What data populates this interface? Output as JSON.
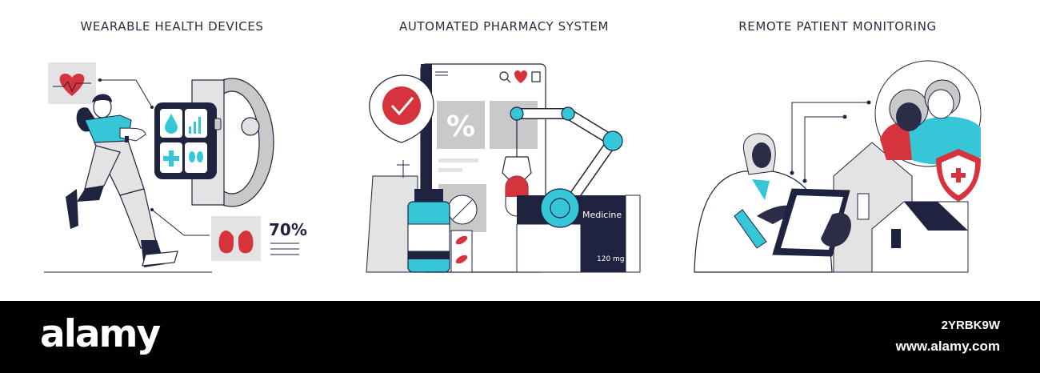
{
  "panels": [
    {
      "title": "WEARABLE HEALTH DEVICES",
      "stat": "70%"
    },
    {
      "title": "AUTOMATED PHARMACY SYSTEM",
      "box_label": "Medicine",
      "dose": "120 mg",
      "discount_symbol": "%"
    },
    {
      "title": "REMOTE PATIENT MONITORING"
    }
  ],
  "watermark": {
    "logo": "alamy",
    "image_id": "2YRBK9W",
    "url": "www.alamy.com"
  },
  "colors": {
    "navy": "#1f2340",
    "teal": "#35c6d8",
    "red": "#d6343c",
    "gray": "#c9c9c9",
    "light_gray": "#e3e3e3",
    "footer": "#000000"
  },
  "icons": [
    "heart-icon",
    "lungs-icon",
    "smartwatch-icon",
    "checkmark-icon",
    "search-icon",
    "cart-icon",
    "robotic-arm-icon",
    "shield-cross-icon",
    "tablet-icon",
    "house-icon"
  ]
}
